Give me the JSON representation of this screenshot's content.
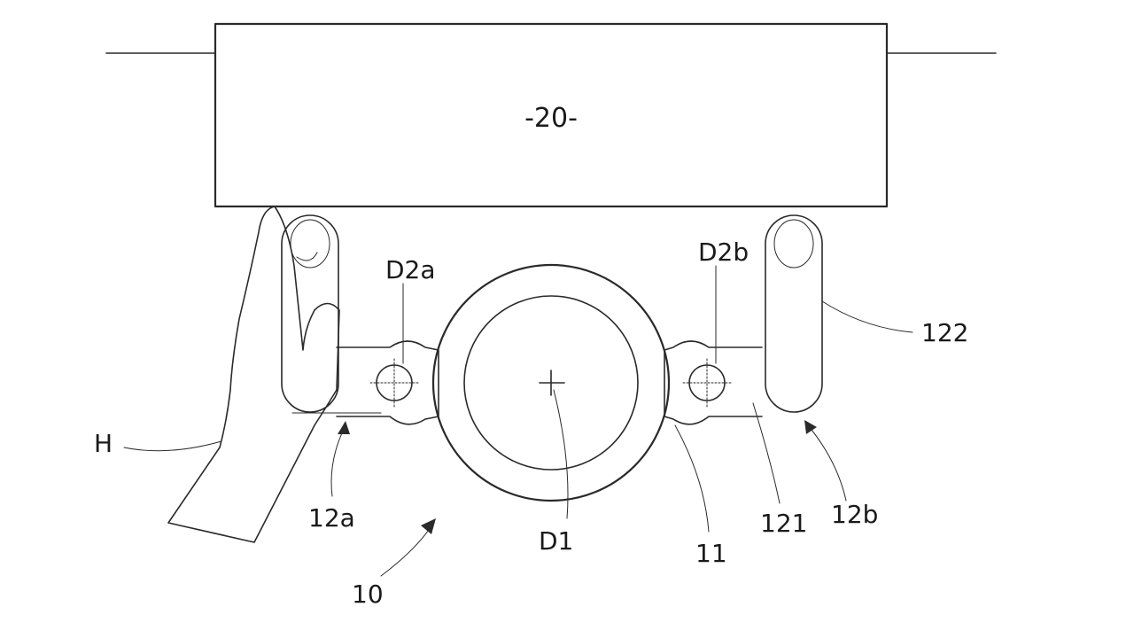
{
  "figure": {
    "box_label": "-20-",
    "labels": {
      "d2a": "D2a",
      "d2b": "D2b",
      "d1": "D1",
      "h": "H",
      "n12a": "12a",
      "n10": "10",
      "n11": "11",
      "n121": "121",
      "n12b": "12b",
      "n122": "122"
    }
  }
}
